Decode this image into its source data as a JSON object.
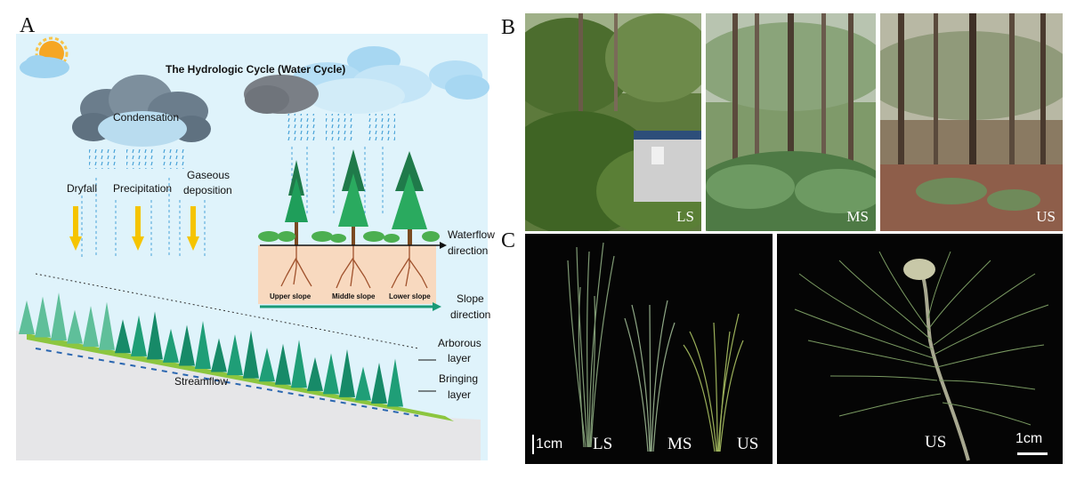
{
  "panel_letters": {
    "a": "A",
    "b": "B",
    "c": "C"
  },
  "panelA": {
    "title": "The Hydrologic Cycle (Water Cycle)",
    "condensation": "Condensation",
    "dryfall": "Dryfall",
    "precipitation": "Precipitation",
    "gaseous_1": "Gaseous",
    "gaseous_2": "deposition",
    "waterflow_1": "Waterflow",
    "waterflow_2": "direction",
    "upper_slope": "Upper slope",
    "middle_slope": "Middle slope",
    "lower_slope": "Lower slope",
    "slope_1": "Slope",
    "slope_2": "direction",
    "arborous_1": "Arborous",
    "arborous_2": "layer",
    "bringing_1": "Bringing",
    "bringing_2": "layer",
    "streamflow": "Streamflow",
    "colors": {
      "sky": "#dff3fb",
      "cloud_dark": "#6b7d8c",
      "rain": "#4aa3d8",
      "arrow": "#f5c400",
      "tree": "#1f9e77",
      "slope": "#e6e6e8",
      "grass": "#8cc63f",
      "soil": "#f8d9bf"
    }
  },
  "panelB": {
    "labels": [
      "LS",
      "MS",
      "US"
    ]
  },
  "panelC": {
    "left_scale": "1cm",
    "left_labels": [
      "LS",
      "MS",
      "US"
    ],
    "right_label": "US",
    "right_scale": "1cm"
  }
}
